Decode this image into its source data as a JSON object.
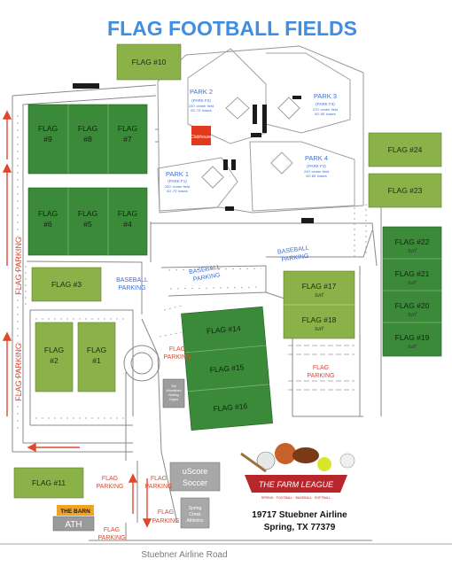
{
  "map": {
    "title": "FLAG FOOTBALL FIELDS",
    "road_label": "Stuebner Airline Road",
    "address_line1": "19717 Stuebner Airline",
    "address_line2": "Spring, TX  77379",
    "logo_text": "THE FARM LEAGUE",
    "logo_subtext": "SPRING · FOOTBALL · BASEBALL · SOFTBALL",
    "fields": [
      {
        "id": "f10",
        "line1": "FLAG #10",
        "line2": ""
      },
      {
        "id": "f9",
        "line1": "FLAG",
        "line2": "#9"
      },
      {
        "id": "f8",
        "line1": "FLAG",
        "line2": "#8"
      },
      {
        "id": "f7",
        "line1": "FLAG",
        "line2": "#7"
      },
      {
        "id": "f6",
        "line1": "FLAG",
        "line2": "#6"
      },
      {
        "id": "f5",
        "line1": "FLAG",
        "line2": "#5"
      },
      {
        "id": "f4",
        "line1": "FLAG",
        "line2": "#4"
      },
      {
        "id": "f3",
        "line1": "FLAG #3",
        "line2": ""
      },
      {
        "id": "f2",
        "line1": "FLAG",
        "line2": "#2"
      },
      {
        "id": "f1",
        "line1": "FLAG",
        "line2": "#1"
      },
      {
        "id": "f11",
        "line1": "FLAG #11",
        "line2": ""
      },
      {
        "id": "f14",
        "line1": "FLAG #14",
        "line2": ""
      },
      {
        "id": "f15",
        "line1": "FLAG #15",
        "line2": ""
      },
      {
        "id": "f16",
        "line1": "FLAG #16",
        "line2": ""
      },
      {
        "id": "f17",
        "line1": "FLAG #17",
        "line2": "turf"
      },
      {
        "id": "f18",
        "line1": "FLAG #18",
        "line2": "turf"
      },
      {
        "id": "f24",
        "line1": "FLAG #24",
        "line2": ""
      },
      {
        "id": "f23",
        "line1": "FLAG #23",
        "line2": ""
      },
      {
        "id": "f22",
        "line1": "FLAG #22",
        "line2": "turf"
      },
      {
        "id": "f21",
        "line1": "FLAG #21",
        "line2": "turf"
      },
      {
        "id": "f20",
        "line1": "FLAG #20",
        "line2": "turf"
      },
      {
        "id": "f19",
        "line1": "FLAG #19",
        "line2": "turf"
      }
    ],
    "parks": [
      {
        "id": "p2",
        "name": "PARK 2",
        "sub": "(PARK F2)",
        "spec1": "240' center field",
        "spec2": "60'-70' bases"
      },
      {
        "id": "p3",
        "name": "PARK 3",
        "sub": "(PARK F3)",
        "spec1": "270' center field",
        "spec2": "60'-80' bases"
      },
      {
        "id": "p1",
        "name": "PARK 1",
        "sub": "(PARK F1)",
        "spec1": "200' center field",
        "spec2": "60'-70' bases"
      },
      {
        "id": "p4",
        "name": "PARK 4",
        "sub": "(PARK F4)",
        "spec1": "240' center field",
        "spec2": "60'-80' bases"
      }
    ],
    "clubhouse": "Clubhouse",
    "baseball_parking": [
      "BASEBALL PARKING",
      "BASEBALL PARKING",
      "BASEBALL PARKING"
    ],
    "flag_parking_label": "FLAG PARKING",
    "flag_parking_short": [
      "FLAG",
      "PARKING"
    ],
    "barn_label": "THE BARN",
    "ath_label": "ATH",
    "uscore_line1": "uScore",
    "uscore_line2": "Soccer",
    "spring_creek": [
      "Spring",
      "Creek",
      "Athletics"
    ],
    "building_label": [
      "The",
      "Woodshed",
      "Batting",
      "Cages"
    ]
  }
}
